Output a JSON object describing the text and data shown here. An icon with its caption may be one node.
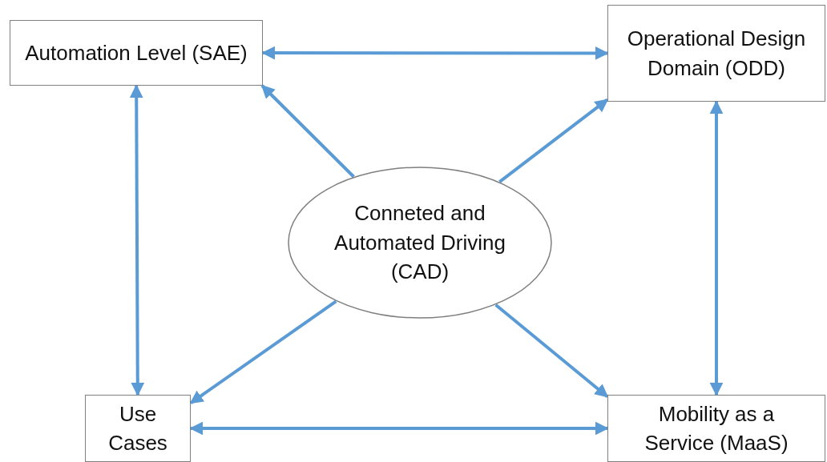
{
  "diagram": {
    "nodes": [
      {
        "text": [
          "Automation Level (SAE)"
        ]
      },
      {
        "text": [
          "Operational Design Domain (ODD)"
        ]
      },
      {
        "text": [
          "Conneted and Automated Driving (CAD)"
        ]
      },
      {
        "text": [
          "Use Cases"
        ]
      },
      {
        "text": [
          "Mobility as a Service (MaaS)"
        ]
      }
    ],
    "edges": [
      {
        "from": 0,
        "to": 1,
        "arrow": "both"
      },
      {
        "from": 2,
        "to": 0,
        "arrow": "to"
      },
      {
        "from": 2,
        "to": 1,
        "arrow": "to"
      },
      {
        "from": 0,
        "to": 3,
        "arrow": "both"
      },
      {
        "from": 1,
        "to": 4,
        "arrow": "both"
      },
      {
        "from": 2,
        "to": 3,
        "arrow": "to"
      },
      {
        "from": 2,
        "to": 4,
        "arrow": "to"
      },
      {
        "from": 3,
        "to": 4,
        "arrow": "both"
      }
    ]
  }
}
